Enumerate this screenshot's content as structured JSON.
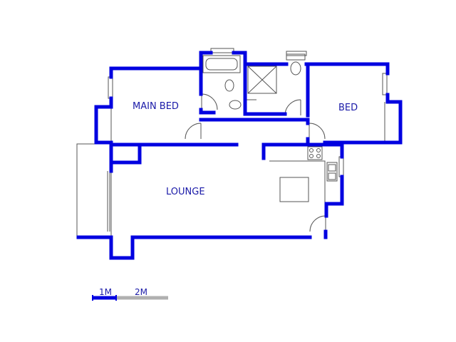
{
  "rooms": {
    "main_bed": "MAIN BED",
    "bed": "BED",
    "lounge": "LOUNGE"
  },
  "scale": {
    "mark_1": "1M",
    "mark_2": "2M"
  },
  "colors": {
    "wall": "#0000e0",
    "fixture": "#555555",
    "label": "#1a1aa8",
    "scale_gray": "#b0b0b0"
  }
}
